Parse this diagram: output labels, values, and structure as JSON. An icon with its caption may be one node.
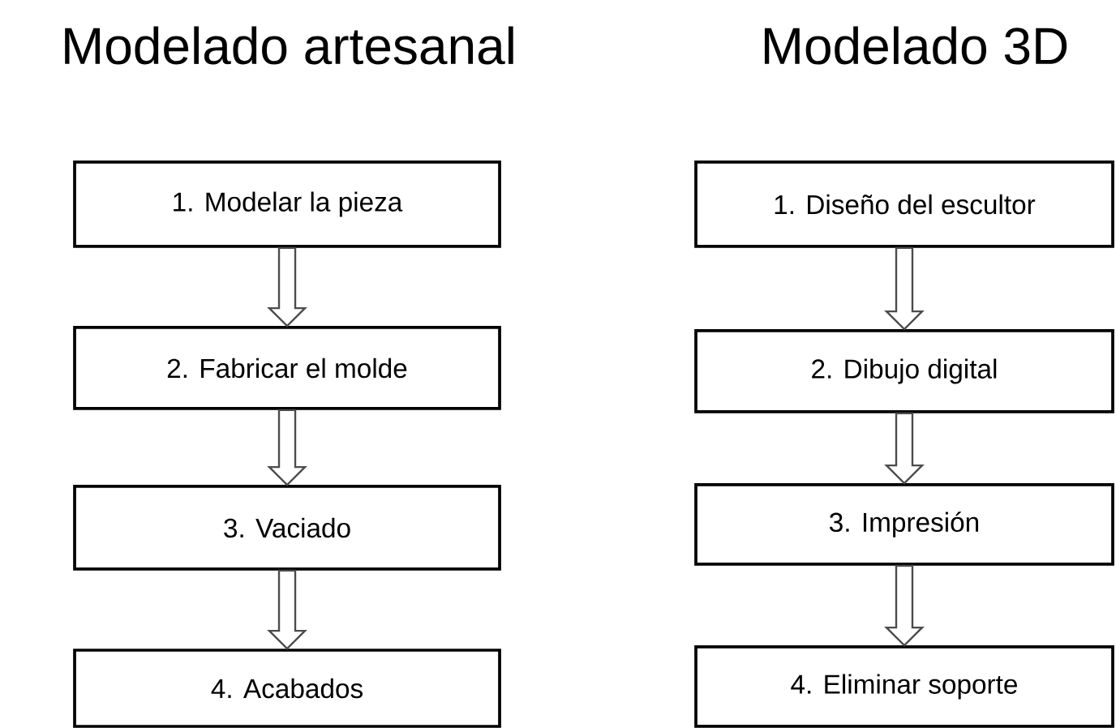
{
  "diagram": {
    "nodes": [
      {
        "text": [
          "1. Modelar la pieza"
        ]
      },
      {
        "text": [
          "2. Fabricar el molde"
        ]
      },
      {
        "text": [
          "3. Vaciado"
        ]
      },
      {
        "text": [
          "4. Acabados"
        ]
      },
      {
        "text": [
          "1. Diseño del escultor"
        ]
      },
      {
        "text": [
          "2. Dibujo digital"
        ]
      },
      {
        "text": [
          "3. Impresión"
        ]
      },
      {
        "text": [
          "4. Eliminar soporte"
        ]
      }
    ],
    "edges": [
      {
        "from": 0,
        "to": 1,
        "arrow": "to"
      },
      {
        "from": 1,
        "to": 2,
        "arrow": "to"
      },
      {
        "from": 2,
        "to": 3,
        "arrow": "to"
      },
      {
        "from": 4,
        "to": 5,
        "arrow": "to"
      },
      {
        "from": 5,
        "to": 6,
        "arrow": "to"
      },
      {
        "from": 6,
        "to": 7,
        "arrow": "to"
      }
    ],
    "labels": [
      "Modelado artesanal",
      "Modelado 3D"
    ]
  }
}
